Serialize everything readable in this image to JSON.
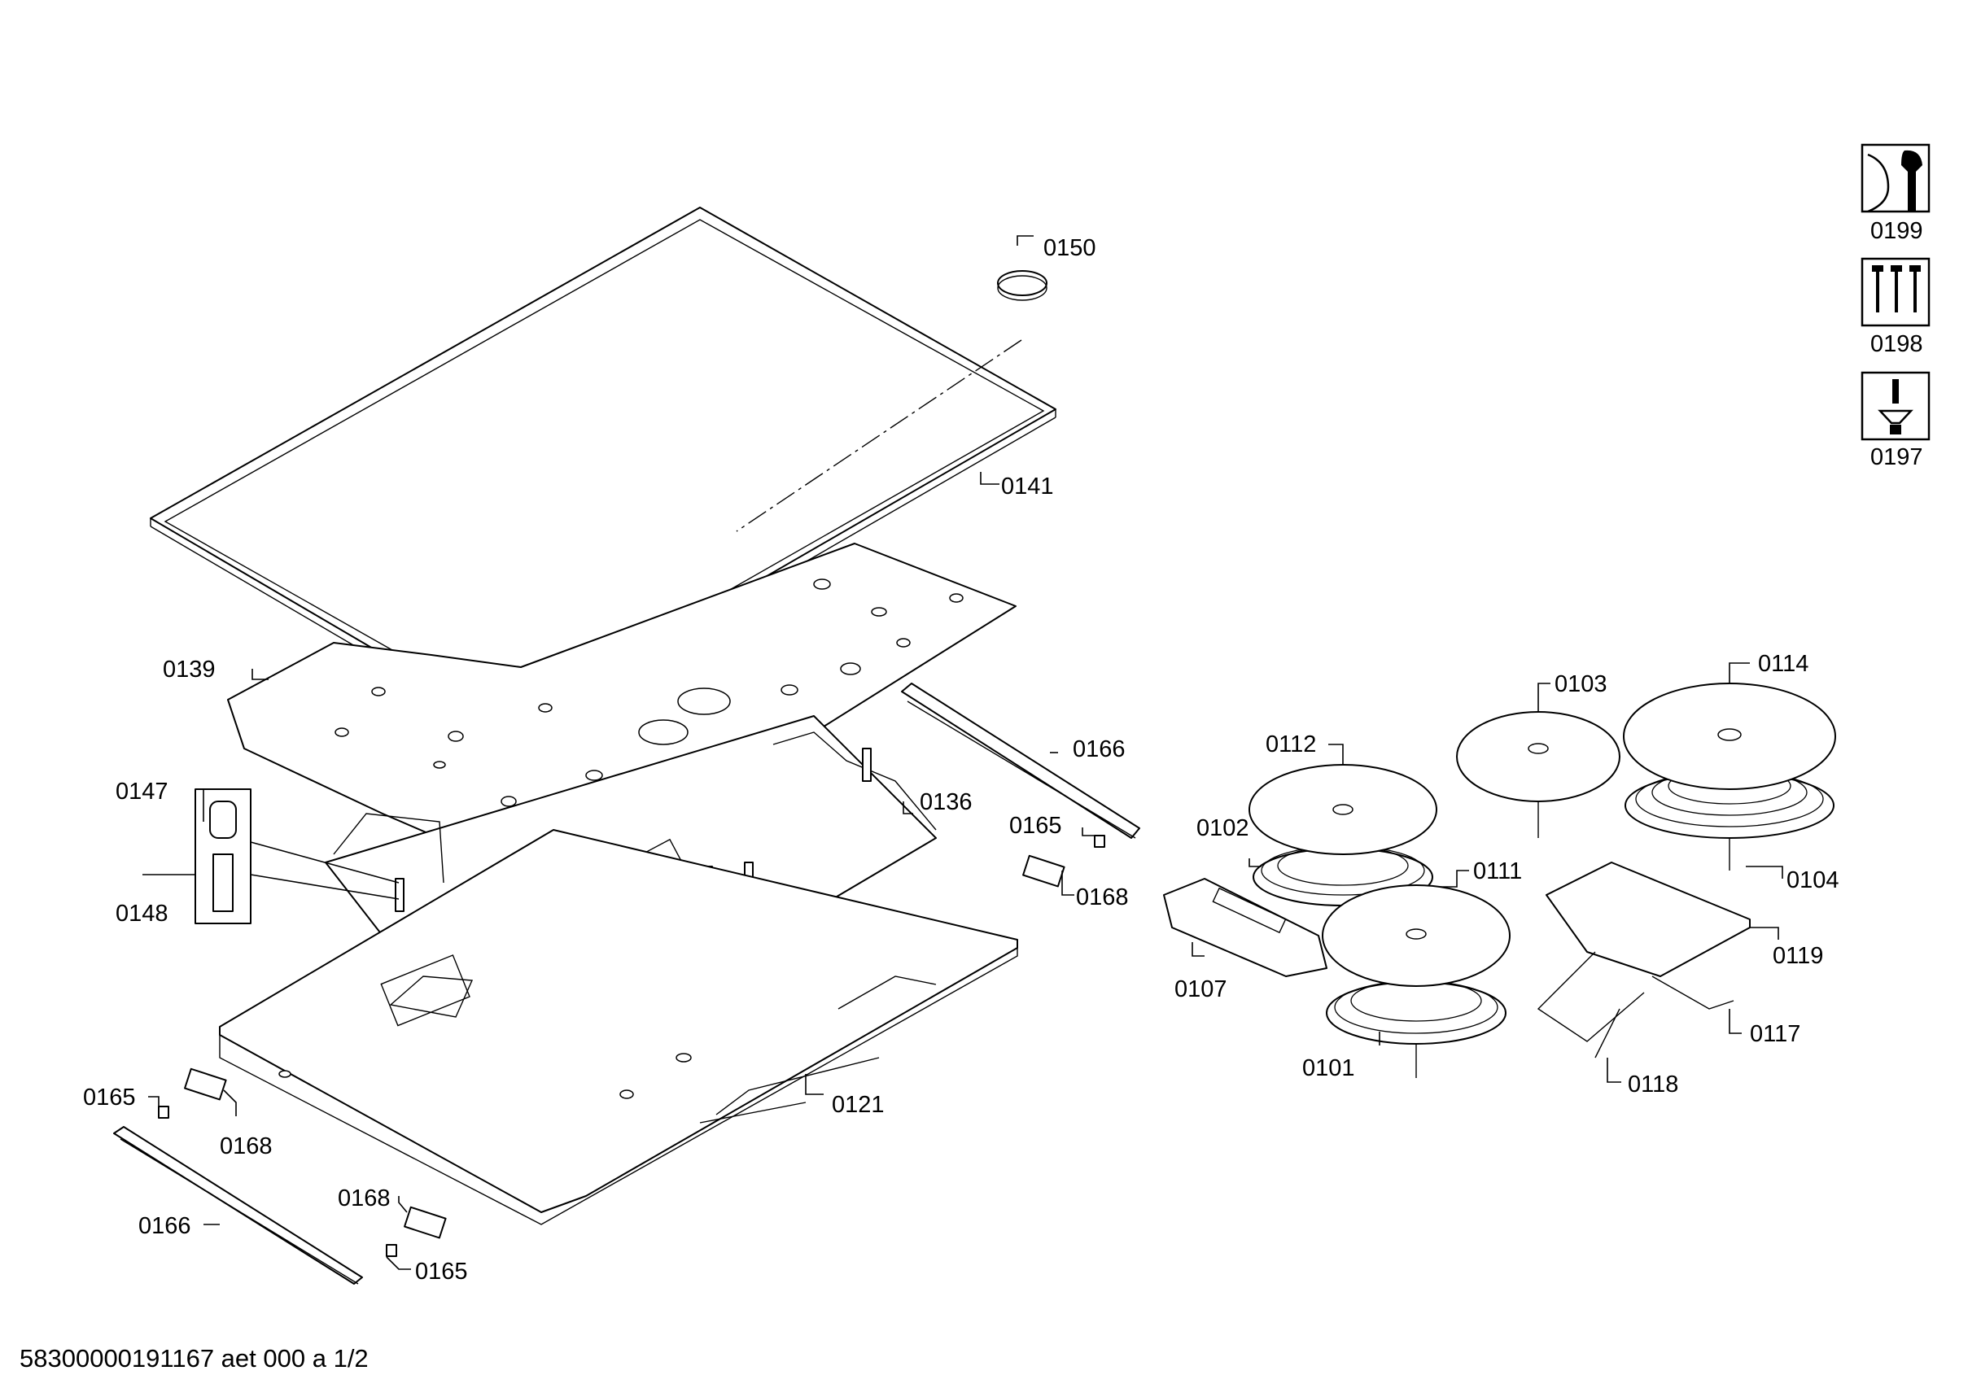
{
  "labels": {
    "p0150": "0150",
    "p0141": "0141",
    "p0139": "0139",
    "p0166a": "0166",
    "p0136": "0136",
    "p0147": "0147",
    "p0148": "0148",
    "p0165a": "0165",
    "p0168a": "0168",
    "p0165b": "0165",
    "p0168b": "0168",
    "p0166b": "0166",
    "p0121": "0121",
    "p0168c": "0168",
    "p0165c": "0165",
    "p0112": "0112",
    "p0103": "0103",
    "p0114": "0114",
    "p0102": "0102",
    "p0111": "0111",
    "p0104": "0104",
    "p0107": "0107",
    "p0119": "0119",
    "p0117": "0117",
    "p0101": "0101",
    "p0118": "0118"
  },
  "legend": [
    {
      "label": "0199",
      "icon": "wrench-icon"
    },
    {
      "label": "0198",
      "icon": "screws-icon"
    },
    {
      "label": "0197",
      "icon": "screwdriver-icon"
    }
  ],
  "footer": "58300000191167 aet 000 a 1/2"
}
